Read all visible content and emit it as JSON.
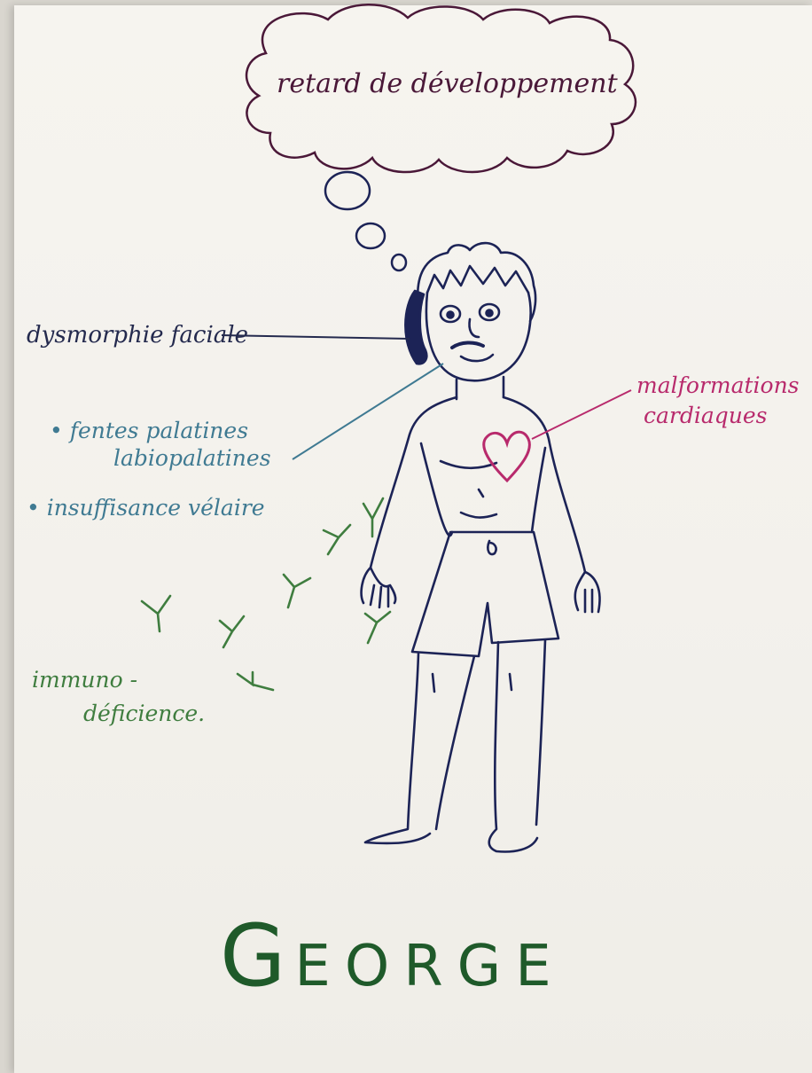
{
  "thought_bubble": {
    "text": "retard de développement"
  },
  "labels": {
    "facial": "dysmorphie faciale",
    "palate_line1": "• fentes palatines",
    "palate_line2": "labiopalatines",
    "velar": "• insuffisance vélaire",
    "cardiac_line1": "malformations",
    "cardiac_line2": "cardiaques",
    "immuno_line1": "immuno -",
    "immuno_line2": "déficience."
  },
  "name": {
    "first_letter": "G",
    "rest": "EORGE"
  },
  "colors": {
    "outline": "#1c2356",
    "thought": "#4a1838",
    "palate": "#3f7a92",
    "cardiac": "#b82a6c",
    "immune": "#3f7d3f",
    "name": "#1f5a2a"
  }
}
